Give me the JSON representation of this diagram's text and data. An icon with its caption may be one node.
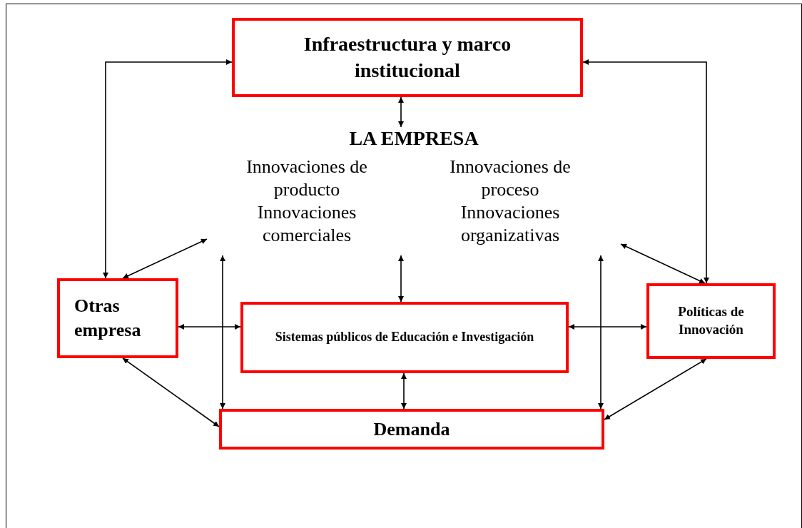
{
  "diagram": {
    "nodes": [
      {
        "text": [
          "Infraestructura y marco institucional"
        ]
      },
      {
        "text": [
          "LA EMPRESA",
          "Innovaciones de producto",
          "Innovaciones comerciales",
          "Innovaciones de proceso",
          "Innovaciones organizativas"
        ]
      },
      {
        "text": [
          "Otras empresa"
        ]
      },
      {
        "text": [
          "Sistemas públicos de Educación e Investigación"
        ]
      },
      {
        "text": [
          "Políticas de Innovación"
        ]
      },
      {
        "text": [
          "Demanda"
        ]
      }
    ],
    "edges": [
      {
        "from": 0,
        "to": 1,
        "arrow": "both"
      },
      {
        "from": 2,
        "to": 0,
        "arrow": "both"
      },
      {
        "from": 4,
        "to": 0,
        "arrow": "both"
      },
      {
        "from": 2,
        "to": 1,
        "arrow": "both"
      },
      {
        "from": 4,
        "to": 1,
        "arrow": "both"
      },
      {
        "from": 1,
        "to": 3,
        "arrow": "both"
      },
      {
        "from": 2,
        "to": 3,
        "arrow": "both"
      },
      {
        "from": 3,
        "to": 4,
        "arrow": "both"
      },
      {
        "from": 1,
        "to": 5,
        "arrow": "both"
      },
      {
        "from": 1,
        "to": 5,
        "arrow": "both"
      },
      {
        "from": 3,
        "to": 5,
        "arrow": "both"
      },
      {
        "from": 2,
        "to": 5,
        "arrow": "both"
      },
      {
        "from": 4,
        "to": 5,
        "arrow": "both"
      }
    ]
  }
}
